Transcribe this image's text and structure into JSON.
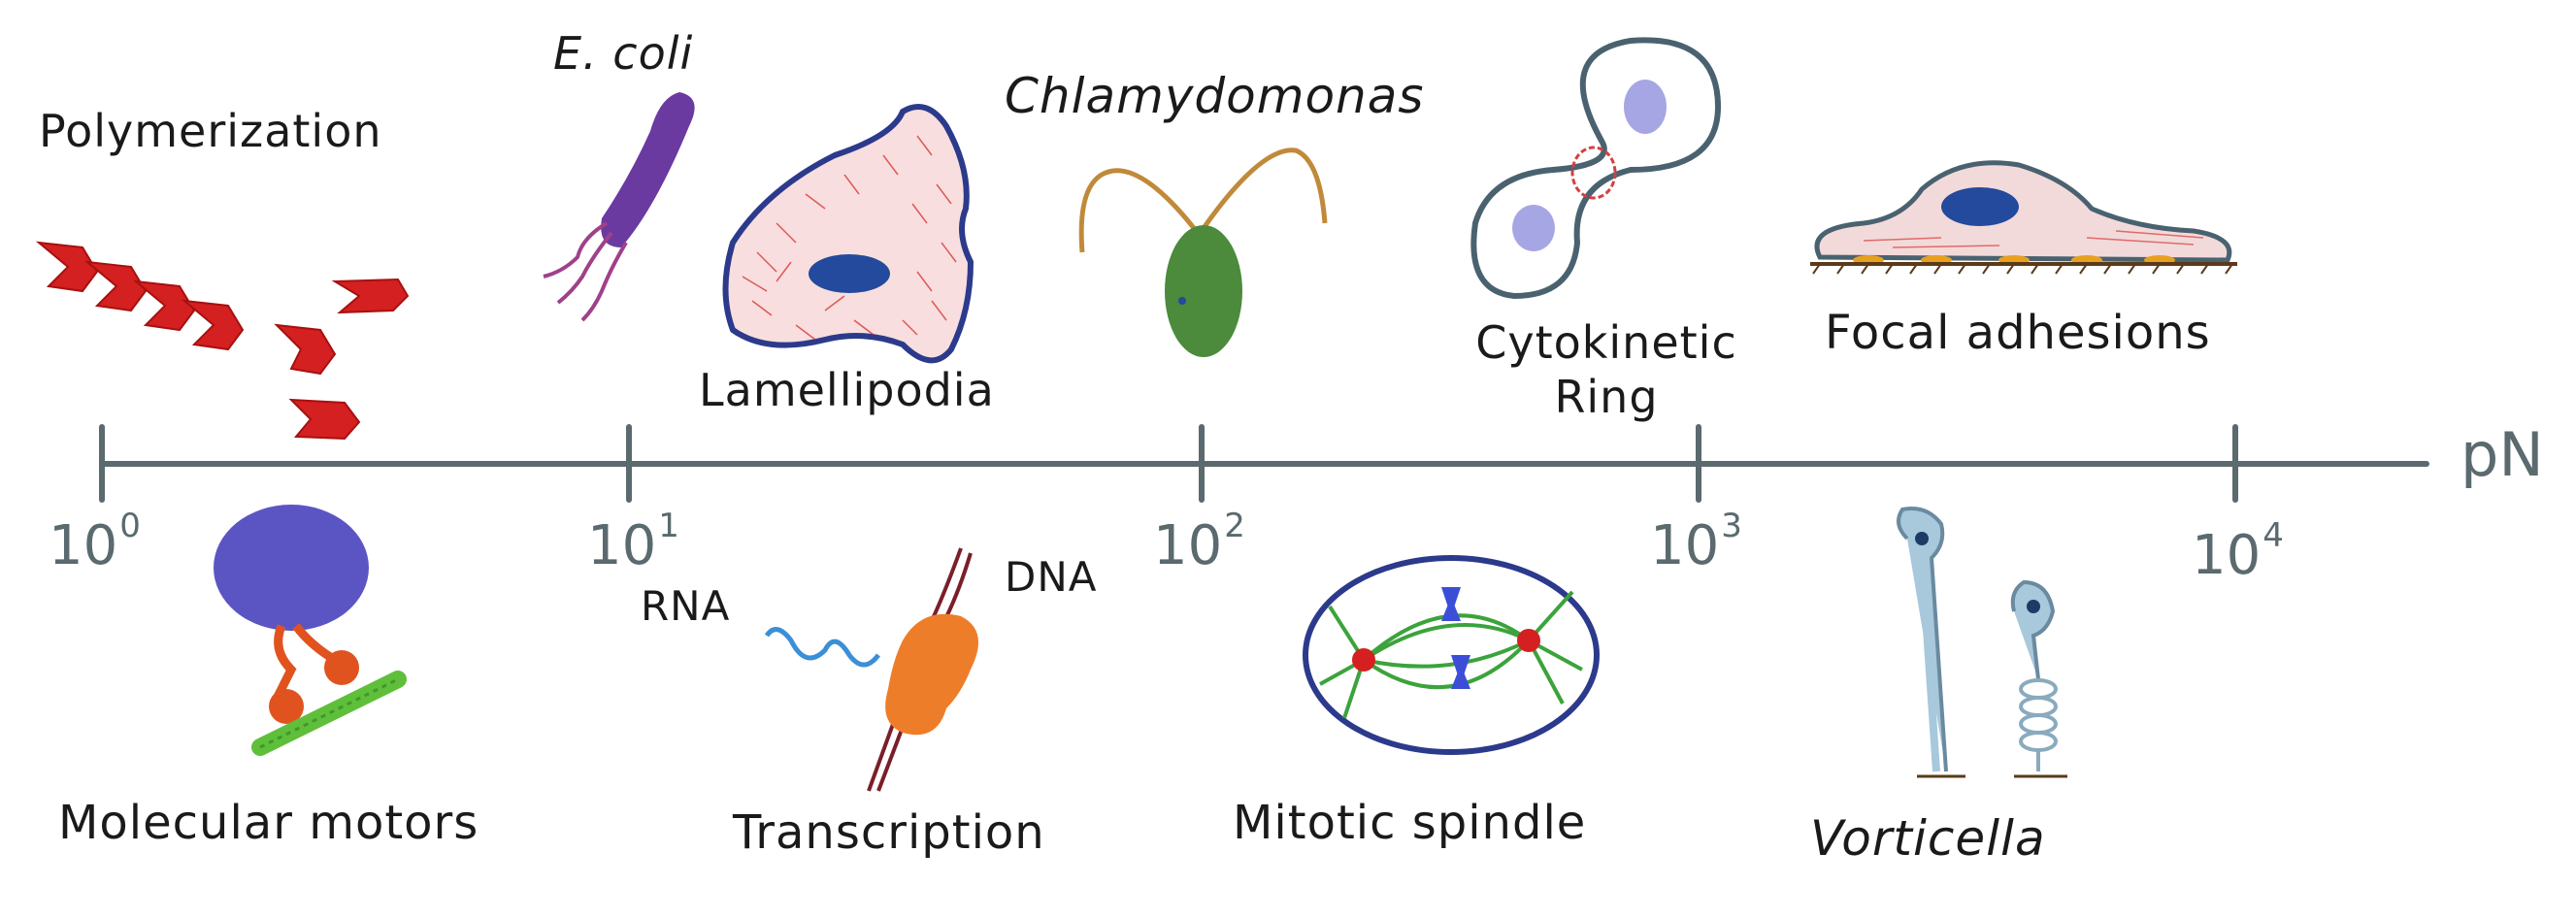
{
  "axis": {
    "unit": "pN",
    "ticks": [
      {
        "base": "10",
        "exp": "0"
      },
      {
        "base": "10",
        "exp": "1"
      },
      {
        "base": "10",
        "exp": "2"
      },
      {
        "base": "10",
        "exp": "3"
      },
      {
        "base": "10",
        "exp": "4"
      }
    ]
  },
  "items_top": {
    "polymerization": "Polymerization",
    "ecoli": "E. coli",
    "lamellipodia": "Lamellipodia",
    "chlamydomonas": "Chlamydomonas",
    "cytokinetic_ring_line1": "Cytokinetic",
    "cytokinetic_ring_line2": "Ring",
    "focal_adhesions": "Focal adhesions"
  },
  "items_bottom": {
    "molecular_motors": "Molecular motors",
    "rna": "RNA",
    "dna": "DNA",
    "transcription": "Transcription",
    "mitotic_spindle": "Mitotic spindle",
    "vorticella": "Vorticella"
  },
  "colors": {
    "axis": "#5a6a6e",
    "actin_red": "#d42020",
    "motor_purple": "#5b55c4",
    "motor_orange": "#e0531f",
    "microtubule_green": "#5fbf3a",
    "ecoli_purple": "#6a3aa0",
    "cell_outline": "#2c3a8c",
    "chlamy_green": "#4c8a3c",
    "flagella_brown": "#c08a3a",
    "polymerase_orange": "#ee7d2a",
    "rna_blue": "#3b8fd6",
    "dna_maroon": "#7a1f2a",
    "spindle_green": "#3ca33c",
    "vorticella_blue": "#a8c8dc"
  }
}
